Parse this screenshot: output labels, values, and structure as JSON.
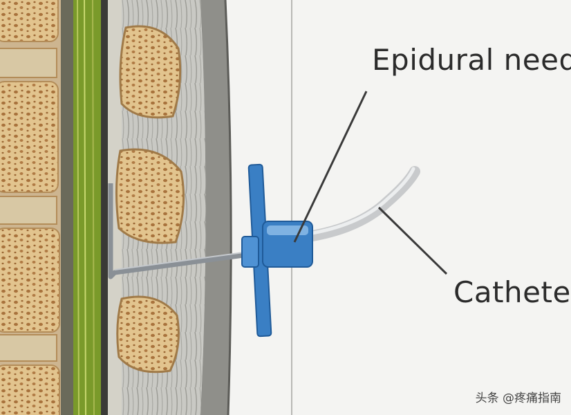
{
  "labels": {
    "epidural_needle": "Epidural needle",
    "catheter": "Catheter"
  },
  "watermark": "头条 @疼痛指南",
  "colors": {
    "background": "#f4f4f2",
    "bone": "#e2c48e",
    "bone_pores": "#a8723c",
    "cord_green": "#7a9a2a",
    "ligament": "#8a8a86",
    "needle_hub": "#3a7fc4",
    "needle_shaft": "#8a9096",
    "catheter": "#d8dadc"
  }
}
